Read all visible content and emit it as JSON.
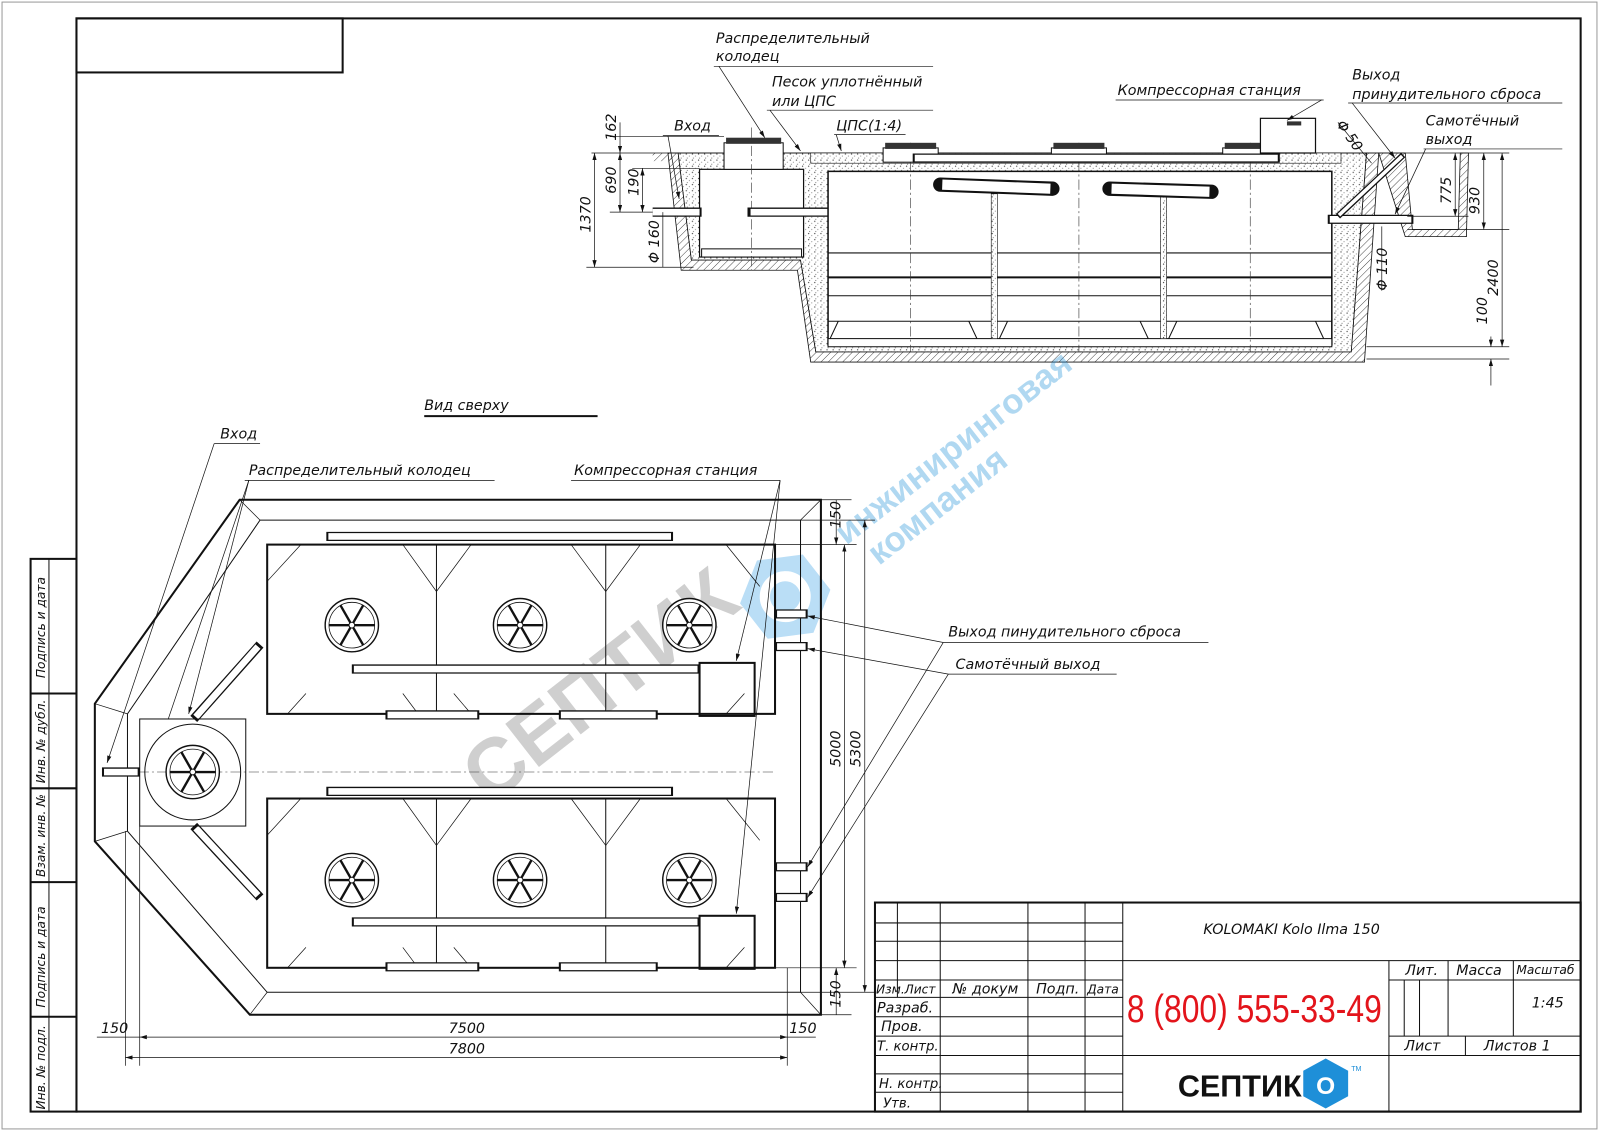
{
  "section": {
    "label_distribution_well_1": "Распределительный",
    "label_distribution_well_2": "колодец",
    "label_sand_1": "Песок уплотнённый",
    "label_sand_2": "или ЦПС",
    "label_cps": "ЦПС(1:4)",
    "label_inlet": "Вход",
    "label_compressor": "Компрессорная станция",
    "label_forced_outlet_1": "Выход",
    "label_forced_outlet_2": "принудительного сброса",
    "label_gravity_outlet_1": "Самотёчный",
    "label_gravity_outlet_2": "выход",
    "dims": {
      "d162": "162",
      "d690": "690",
      "d190": "190",
      "d1370": "1370",
      "phi160": "Φ 160",
      "phi50": "Φ 50",
      "phi110": "Φ 110",
      "d775": "775",
      "d930": "930",
      "d2400": "2400",
      "d100": "100"
    }
  },
  "plan": {
    "title": "Вид сверху",
    "label_inlet": "Вход",
    "label_distribution_well": "Распределительный колодец",
    "label_compressor": "Компрессорная станция",
    "label_forced_outlet": "Выход пинудительного сброса",
    "label_gravity_outlet": "Самотёчный выход",
    "dims": {
      "d150_top": "150",
      "d150_bottom": "150",
      "d5000": "5000",
      "d5300": "5300",
      "d150_left": "150",
      "d150_right": "150",
      "d7500": "7500",
      "d7800": "7800"
    }
  },
  "watermark": {
    "brand": "СЕПТИК",
    "line1": "инжиниринговая",
    "line2": "компания"
  },
  "side_stamp": [
    "Подпись и дата",
    "Инв. № дубл.",
    "Взам. инв. №",
    "Подпись и дата",
    "Инв. № подл."
  ],
  "title_block": {
    "product": "KOLOMAKI Kolo Ilma 150",
    "phone": "8 (800) 555-33-49",
    "phone_color": "#e3141b",
    "logo_text": "СЕПТИК",
    "logo_letter": "О",
    "logo_tm": "TM",
    "logo_color": "#1e8fd8",
    "headers": {
      "izm": "Изм.",
      "list": "Лист",
      "doc": "№ докум",
      "sign": "Подп.",
      "date": "Дата"
    },
    "roles": [
      "Разраб.",
      "Пров.",
      "Т. контр.",
      "Н. контр.",
      "Утв."
    ],
    "lit": "Лит.",
    "mass": "Масса",
    "scale_label": "Масштаб",
    "scale": "1:45",
    "sheet": "Лист",
    "sheets": "Листов 1"
  }
}
